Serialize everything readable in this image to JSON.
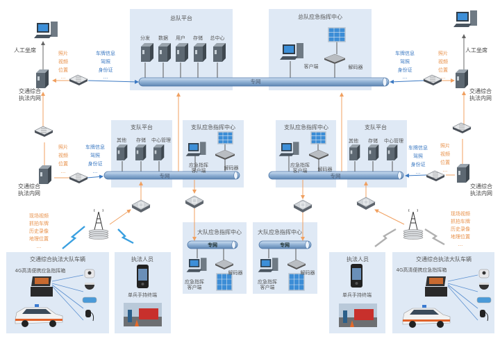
{
  "colors": {
    "orange": "#f0a060",
    "blue": "#3a78c2",
    "box_fill": "#dfe9f5",
    "bus": "#8fb0d4",
    "gray_link": "#9a9a9a"
  },
  "private_net": "专网",
  "hq_platform": {
    "title": "总队平台",
    "servers": [
      "分发",
      "数据",
      "用户",
      "存储",
      "总中心"
    ]
  },
  "hq_command": {
    "title": "总队应急指挥中心",
    "client": "客户端",
    "decoder": "解码器"
  },
  "top_left": {
    "seat": "人工坐席",
    "intranet_1": "交通综合",
    "intranet_2": "执法内网",
    "media": [
      "照片",
      "视频",
      "位置",
      "..."
    ],
    "info": [
      "车牌信息",
      "驾照",
      "身份证",
      "..."
    ]
  },
  "top_right": {
    "seat": "人工坐席",
    "intranet_1": "交通综合",
    "intranet_2": "执法内网",
    "media": [
      "照片",
      "视频",
      "位置",
      "..."
    ],
    "info": [
      "车牌信息",
      "驾照",
      "身份证",
      "..."
    ]
  },
  "mid_left": {
    "intranet_1": "交通综合",
    "intranet_2": "执法内网",
    "media": [
      "照片",
      "视频",
      "位置",
      "..."
    ],
    "info": [
      "车牌信息",
      "驾照",
      "身份证",
      "..."
    ]
  },
  "mid_right": {
    "intranet_1": "交通综合",
    "intranet_2": "执法内网",
    "media": [
      "照片",
      "视频",
      "位置",
      "..."
    ],
    "info": [
      "车牌信息",
      "驾照",
      "身份证",
      "..."
    ]
  },
  "detachment_platform": {
    "title": "支队平台",
    "servers": [
      "其他",
      "存储",
      "中心管理"
    ]
  },
  "detachment_command": {
    "title": "支队应急指挥中心",
    "client_1": "应急指挥",
    "client_2": "客户端",
    "decoder": "解码器"
  },
  "brigade_command": {
    "title": "大队应急指挥中心",
    "client_1": "应急指挥",
    "client_2": "客户端",
    "decoder": "解码器"
  },
  "field_data": [
    "现场视频",
    "抓拍车牌",
    "历史录像",
    "地理位置",
    "..."
  ],
  "vehicle": {
    "title": "交通综合执法大队车辆",
    "case": "4G高清便携应急指挥箱"
  },
  "officer": {
    "title": "执法人员",
    "terminal": "单兵手持终端"
  }
}
